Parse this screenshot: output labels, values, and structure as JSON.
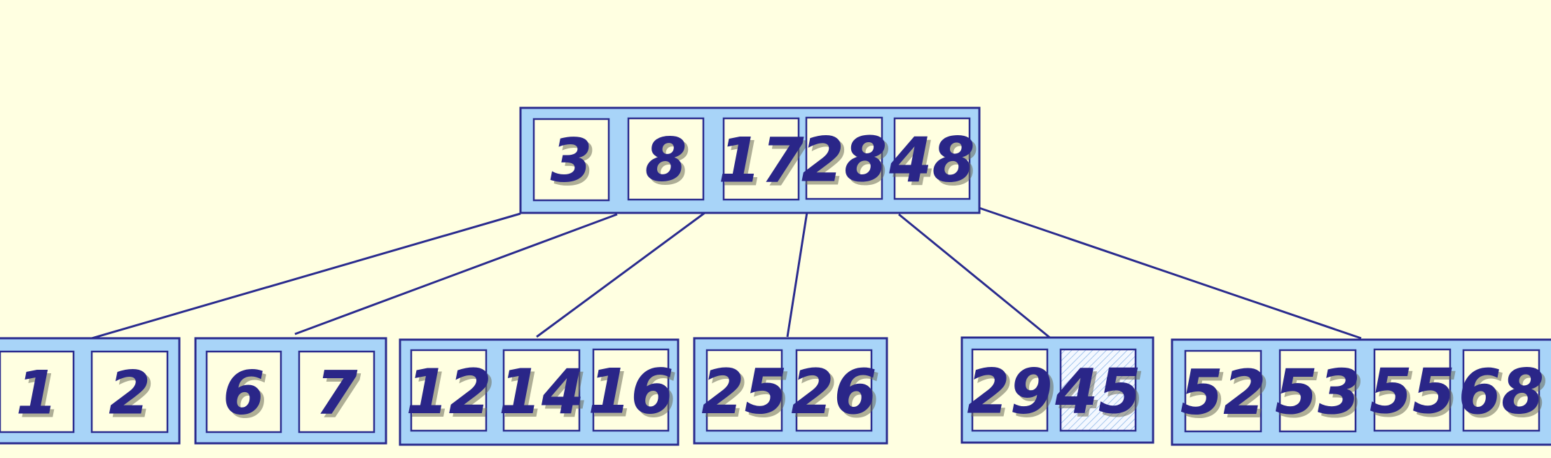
{
  "diagram": {
    "kind": "b-tree",
    "colors": {
      "background": "#FFFFE1",
      "node_fill": "#A8D4F8",
      "outline": "#2A2B8E",
      "key_text": "#2A2688"
    },
    "root": {
      "keys": [
        "3",
        "8",
        "17",
        "28",
        "48"
      ]
    },
    "leaves": [
      {
        "keys": [
          "1",
          "2"
        ]
      },
      {
        "keys": [
          "6",
          "7"
        ]
      },
      {
        "keys": [
          "12",
          "14",
          "16"
        ]
      },
      {
        "keys": [
          "25",
          "26"
        ]
      },
      {
        "keys": [
          "29",
          "45"
        ],
        "highlighted_key_index": 1
      },
      {
        "keys": [
          "52",
          "53",
          "55",
          "68"
        ]
      }
    ]
  }
}
